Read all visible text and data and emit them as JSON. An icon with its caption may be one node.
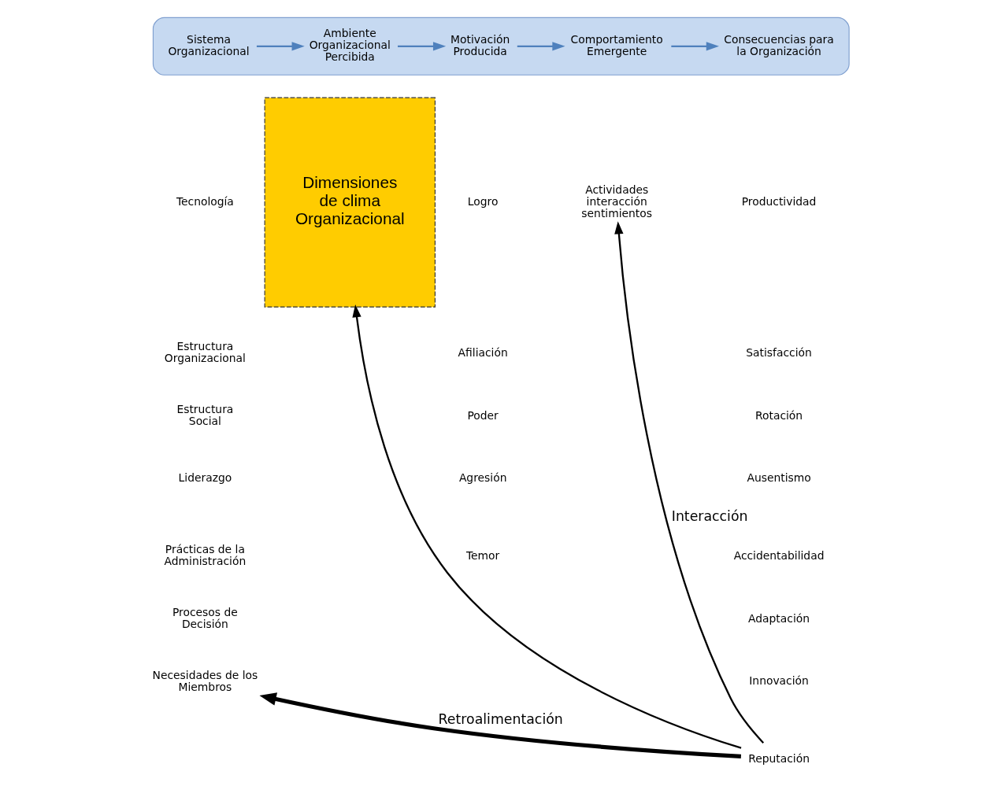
{
  "diagram": {
    "nodes": [
      {
        "text": [],
        "shape": "box"
      },
      {
        "text": [
          "Sistema Organizacional"
        ],
        "in": 0
      },
      {
        "text": [
          "Ambiente Organizacional Percibida"
        ],
        "in": 0
      },
      {
        "text": [
          "Motivación Producida"
        ],
        "in": 0
      },
      {
        "text": [
          "Comportamiento Emergente"
        ],
        "in": 0
      },
      {
        "text": [
          "Consecuencias para la Organización"
        ],
        "in": 0
      },
      {
        "text": [
          "Dimensiones de clima Organizacional"
        ]
      },
      {
        "text": [
          "Actividades interacción sentimientos"
        ]
      },
      {
        "text": [
          "Reputación"
        ]
      },
      {
        "text": [
          "Necesidades de los Miembros"
        ]
      }
    ],
    "edges": [
      {
        "from": 1,
        "to": 2,
        "arrow": "to"
      },
      {
        "from": 2,
        "to": 3,
        "arrow": "to"
      },
      {
        "from": 3,
        "to": 4,
        "arrow": "to"
      },
      {
        "from": 4,
        "to": 5,
        "arrow": "to"
      },
      {
        "from": 8,
        "to": 9,
        "arrow": "to",
        "style": "thick",
        "color": "#000000",
        "label": "Retroalimentación"
      },
      {
        "from": 8,
        "to": 6,
        "arrow": "to",
        "color": "#000000"
      },
      {
        "from": 8,
        "to": 7,
        "arrow": "to",
        "color": "#000000",
        "label": "Interacción"
      }
    ],
    "labels": [
      "Tecnología",
      "Estructura Organizacional",
      "Estructura Social",
      "Liderazgo",
      "Prácticas de la Administración",
      "Procesos de Decisión",
      "Logro",
      "Afiliación",
      "Poder",
      "Agresión",
      "Temor",
      "Productividad",
      "Satisfacción",
      "Rotación",
      "Ausentismo",
      "Accidentabilidad",
      "Adaptación",
      "Innovación"
    ]
  }
}
